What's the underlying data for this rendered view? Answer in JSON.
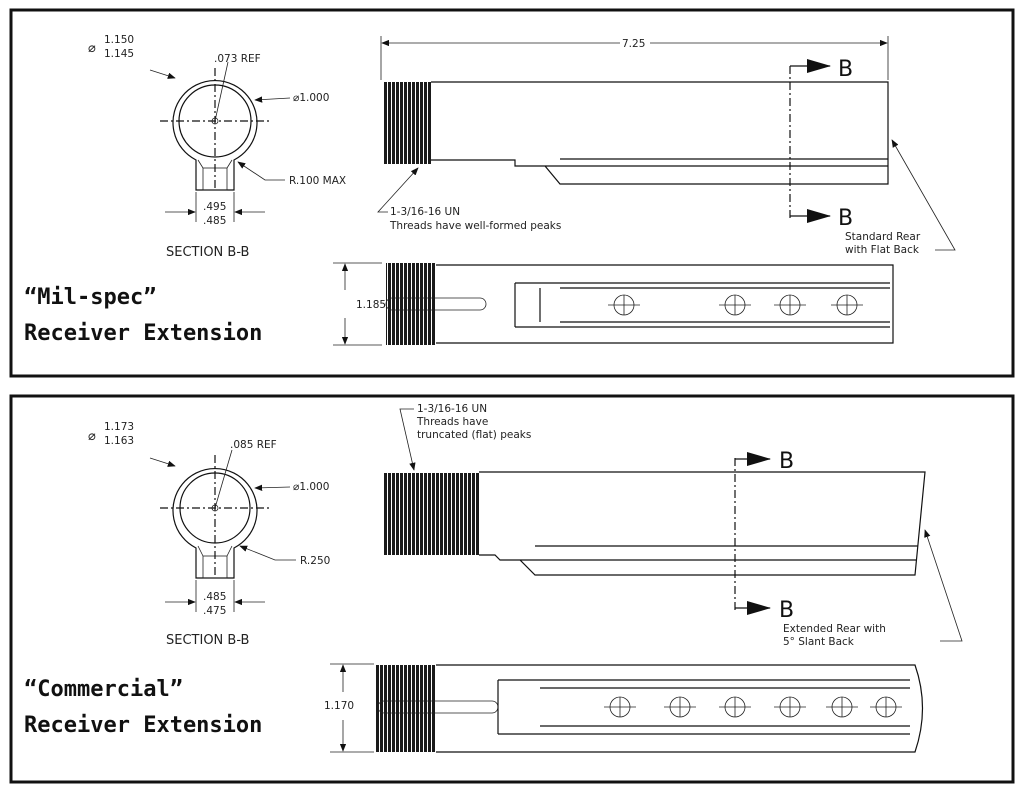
{
  "panels": [
    {
      "title_line1": "“Mil-spec”",
      "title_line2": "Receiver Extension",
      "section": {
        "label": "SECTION B-B",
        "dia_symbol": "⌀",
        "od_max": "1.150",
        "od_min": "1.145",
        "wall": ".073 REF",
        "id": "⌀1.000",
        "radius": "R.100 MAX",
        "lug_max": ".495",
        "lug_min": ".485"
      },
      "length": "7.25",
      "height": "1.185",
      "section_mark": "B",
      "thread_note": [
        "1-3/16-16 UN",
        "Threads have well-formed peaks"
      ],
      "rear_note": [
        "Standard Rear",
        "with Flat Back"
      ]
    },
    {
      "title_line1": "“Commercial”",
      "title_line2": "Receiver Extension",
      "section": {
        "label": "SECTION B-B",
        "dia_symbol": "⌀",
        "od_max": "1.173",
        "od_min": "1.163",
        "wall": ".085 REF",
        "id": "⌀1.000",
        "radius": "R.250",
        "lug_max": ".485",
        "lug_min": ".475"
      },
      "height": "1.170",
      "section_mark": "B",
      "thread_note": [
        "1-3/16-16 UN",
        "Threads have",
        "truncated (flat) peaks"
      ],
      "rear_note": [
        "Extended Rear with",
        "5° Slant Back"
      ]
    }
  ]
}
